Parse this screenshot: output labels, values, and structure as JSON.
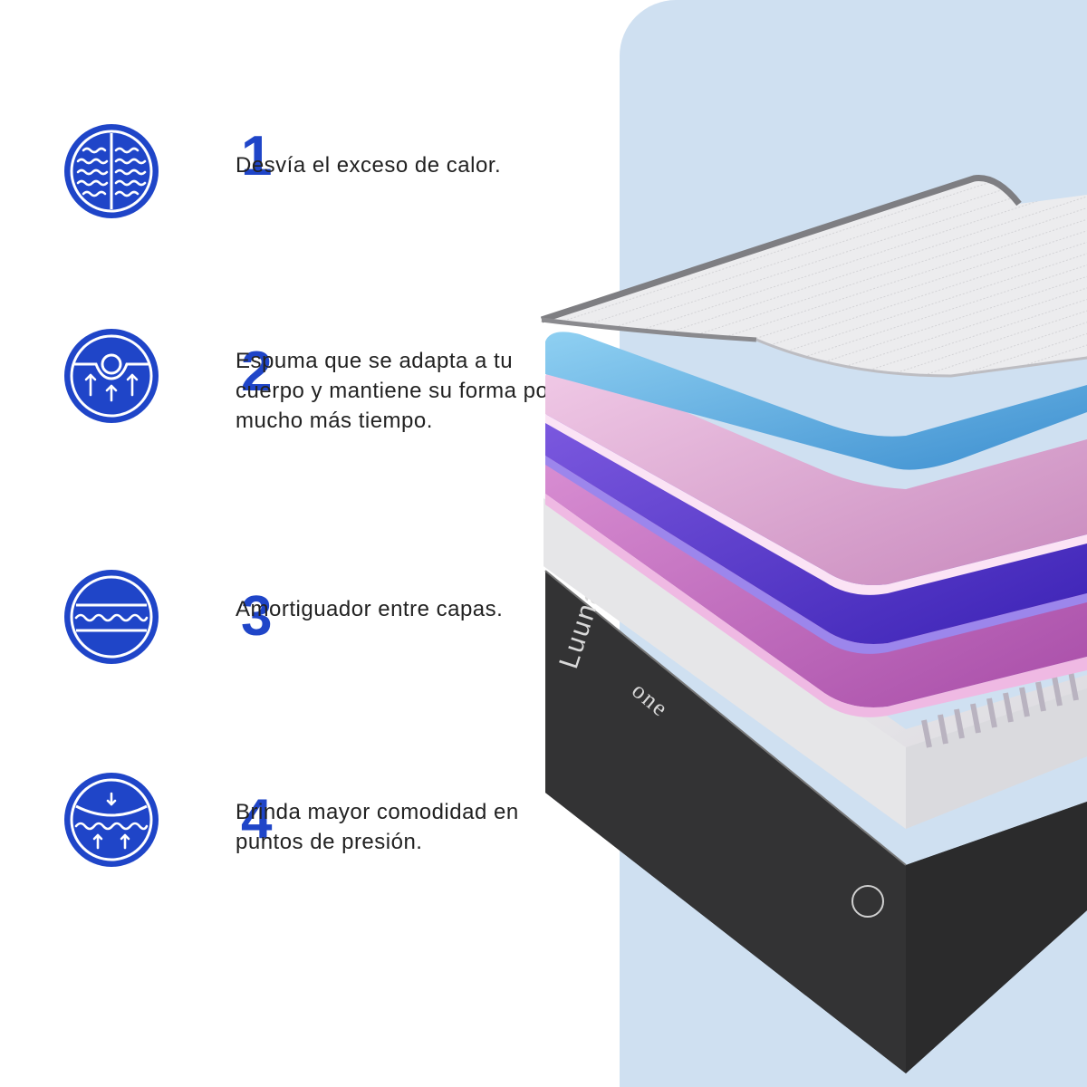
{
  "features": [
    {
      "number": "1",
      "icon": "wave-layers-icon",
      "text": "Desvía el exceso de calor."
    },
    {
      "number": "2",
      "icon": "adaptive-foam-icon",
      "text": "Espuma que se adapta a tu cuerpo y mantiene su forma por mucho más tiempo."
    },
    {
      "number": "3",
      "icon": "cushion-layer-icon",
      "text": "Amortiguador entre capas."
    },
    {
      "number": "4",
      "icon": "pressure-relief-icon",
      "text": "Brinda mayor comodidad en puntos de presión."
    }
  ],
  "mattress": {
    "brand": "Luuna",
    "model": "one"
  },
  "colors": {
    "accent": "#1f45c8",
    "panel": "#cfe0f1",
    "cover": "#e9e9eb",
    "layer_blue": "#5fa9dc",
    "layer_pink": "#e3a9d3",
    "layer_violet": "#5f3fcf",
    "layer_magenta": "#c56fc2",
    "base_white": "#eeeeee",
    "base_black": "#363637"
  }
}
